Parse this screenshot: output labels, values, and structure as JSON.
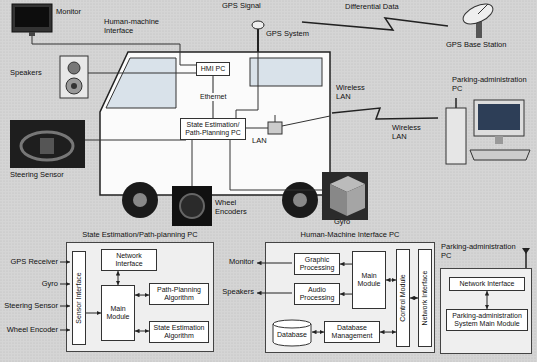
{
  "diagram": {
    "nodes": [
      {
        "text": [
          "HMI PC"
        ]
      },
      {
        "text": [
          "State Estimation/ Path-Planning PC"
        ]
      },
      {
        "text": [
          "State Estimation/Path-planning PC"
        ]
      },
      {
        "text": [
          "Sensor Interface"
        ],
        "in": 2
      },
      {
        "text": [
          "Network Interface"
        ],
        "in": 2
      },
      {
        "text": [
          "Main Module"
        ],
        "in": 2
      },
      {
        "text": [
          "Path-Planning Algorithm"
        ],
        "in": 2
      },
      {
        "text": [
          "State Estimation Algorithm"
        ],
        "in": 2
      },
      {
        "text": [
          "Human-Machine Interface PC"
        ]
      },
      {
        "text": [
          "Graphic Processing"
        ],
        "in": 8
      },
      {
        "text": [
          "Audio Processing"
        ],
        "in": 8
      },
      {
        "text": [
          "Main Module"
        ],
        "in": 8
      },
      {
        "text": [
          "Database"
        ],
        "in": 8
      },
      {
        "text": [
          "Database Management"
        ],
        "in": 8
      },
      {
        "text": [
          "Control Module"
        ],
        "in": 8
      },
      {
        "text": [
          "Network Interface"
        ],
        "in": 8
      },
      {
        "text": [
          "Parking-administration PC"
        ]
      },
      {
        "text": [
          "Network Interface"
        ],
        "in": 16
      },
      {
        "text": [
          "Parking-administration System Main Module"
        ],
        "in": 16
      }
    ],
    "edges": [
      {
        "from": 0,
        "to": 1,
        "label": "Ethernet",
        "arrow": "none"
      },
      {
        "from": 3,
        "to": 5,
        "arrow": "to"
      },
      {
        "from": 4,
        "to": 5,
        "arrow": "both"
      },
      {
        "from": 5,
        "to": 6,
        "arrow": "both"
      },
      {
        "from": 5,
        "to": 7,
        "arrow": "both"
      },
      {
        "from": 11,
        "to": 9,
        "arrow": "to"
      },
      {
        "from": 11,
        "to": 10,
        "arrow": "to"
      },
      {
        "from": 14,
        "to": 11,
        "arrow": "both"
      },
      {
        "from": 15,
        "to": 14,
        "arrow": "both"
      },
      {
        "from": 13,
        "to": 12,
        "arrow": "both"
      },
      {
        "from": 14,
        "to": 13,
        "arrow": "both"
      },
      {
        "from": 17,
        "to": 18,
        "arrow": "both"
      }
    ],
    "labels": [
      "Monitor",
      "Speakers",
      "Human-machine Interface",
      "GPS Signal",
      "GPS System",
      "Differential Data",
      "GPS Base Station",
      "Wireless LAN",
      "Wireless LAN",
      "Parking-administration PC",
      "LAN",
      "Steering Sensor",
      "Wheel Encoders",
      "Gyro",
      "GPS Receiver",
      "Gyro",
      "Steering Sensor",
      "Wheel Encoder",
      "Monitor",
      "Speakers"
    ]
  }
}
